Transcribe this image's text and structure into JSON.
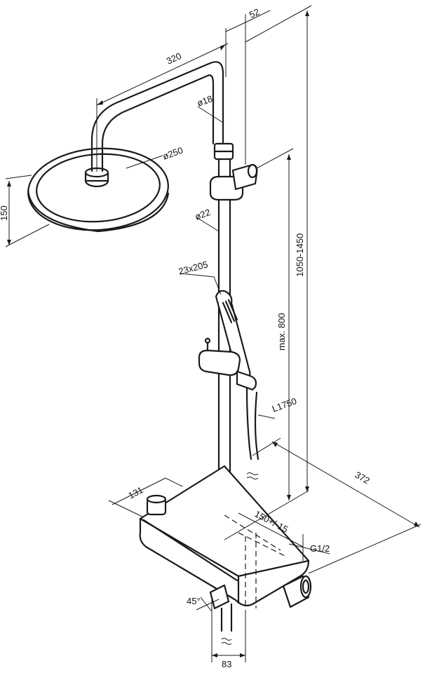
{
  "dimensions": {
    "arm_length": "320",
    "wall_offset": "52",
    "riser_diameter_top": "ø18",
    "head_diameter": "ø250",
    "head_height": "150",
    "riser_diameter": "ø22",
    "hand_shower_size": "23x205",
    "total_height": "1050-1450",
    "max_height": "max. 800",
    "hose_length": "L1750",
    "depth": "372",
    "mixer_width": "131",
    "inlet_centers": "150+/-15",
    "thread": "G1/2",
    "angle": "45°",
    "spout_width": "83"
  }
}
